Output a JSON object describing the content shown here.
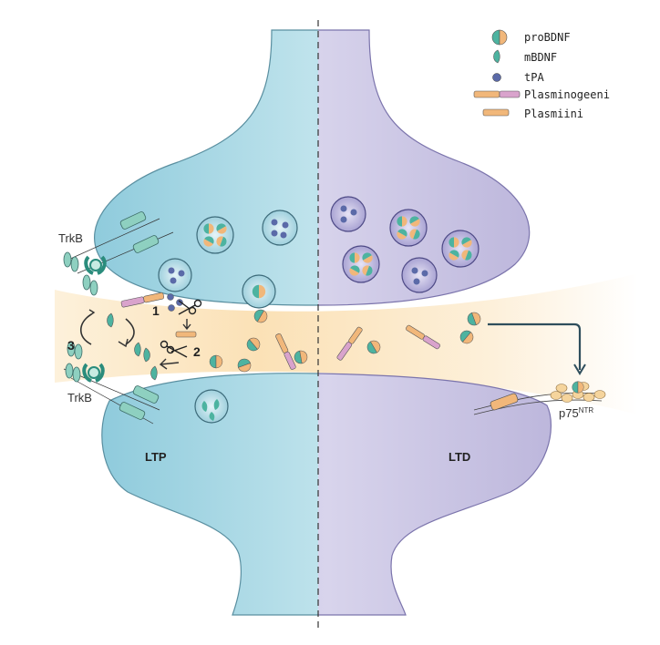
{
  "legend": {
    "probdnf": "proBDNF",
    "mbdnf": "mBDNF",
    "tpa": "tPA",
    "plasminogen": "Plasminogeeni",
    "plasmin": "Plasmiini"
  },
  "labels": {
    "trkb_top": "TrkB",
    "trkb_bottom": "TrkB",
    "ltp": "LTP",
    "ltd": "LTD",
    "p75": "p75",
    "p75_sup": "NTR",
    "step1": "1",
    "step2": "2",
    "step3": "3"
  },
  "colors": {
    "ltp_side": "#a9d6e2",
    "ltd_side": "#c6c2e0",
    "cleft": "#fbe8c6",
    "teal": "#4db3a0",
    "orange": "#f1b77a",
    "tpa": "#5b6aa8",
    "plasminogen_pink": "#d9a3cc"
  }
}
